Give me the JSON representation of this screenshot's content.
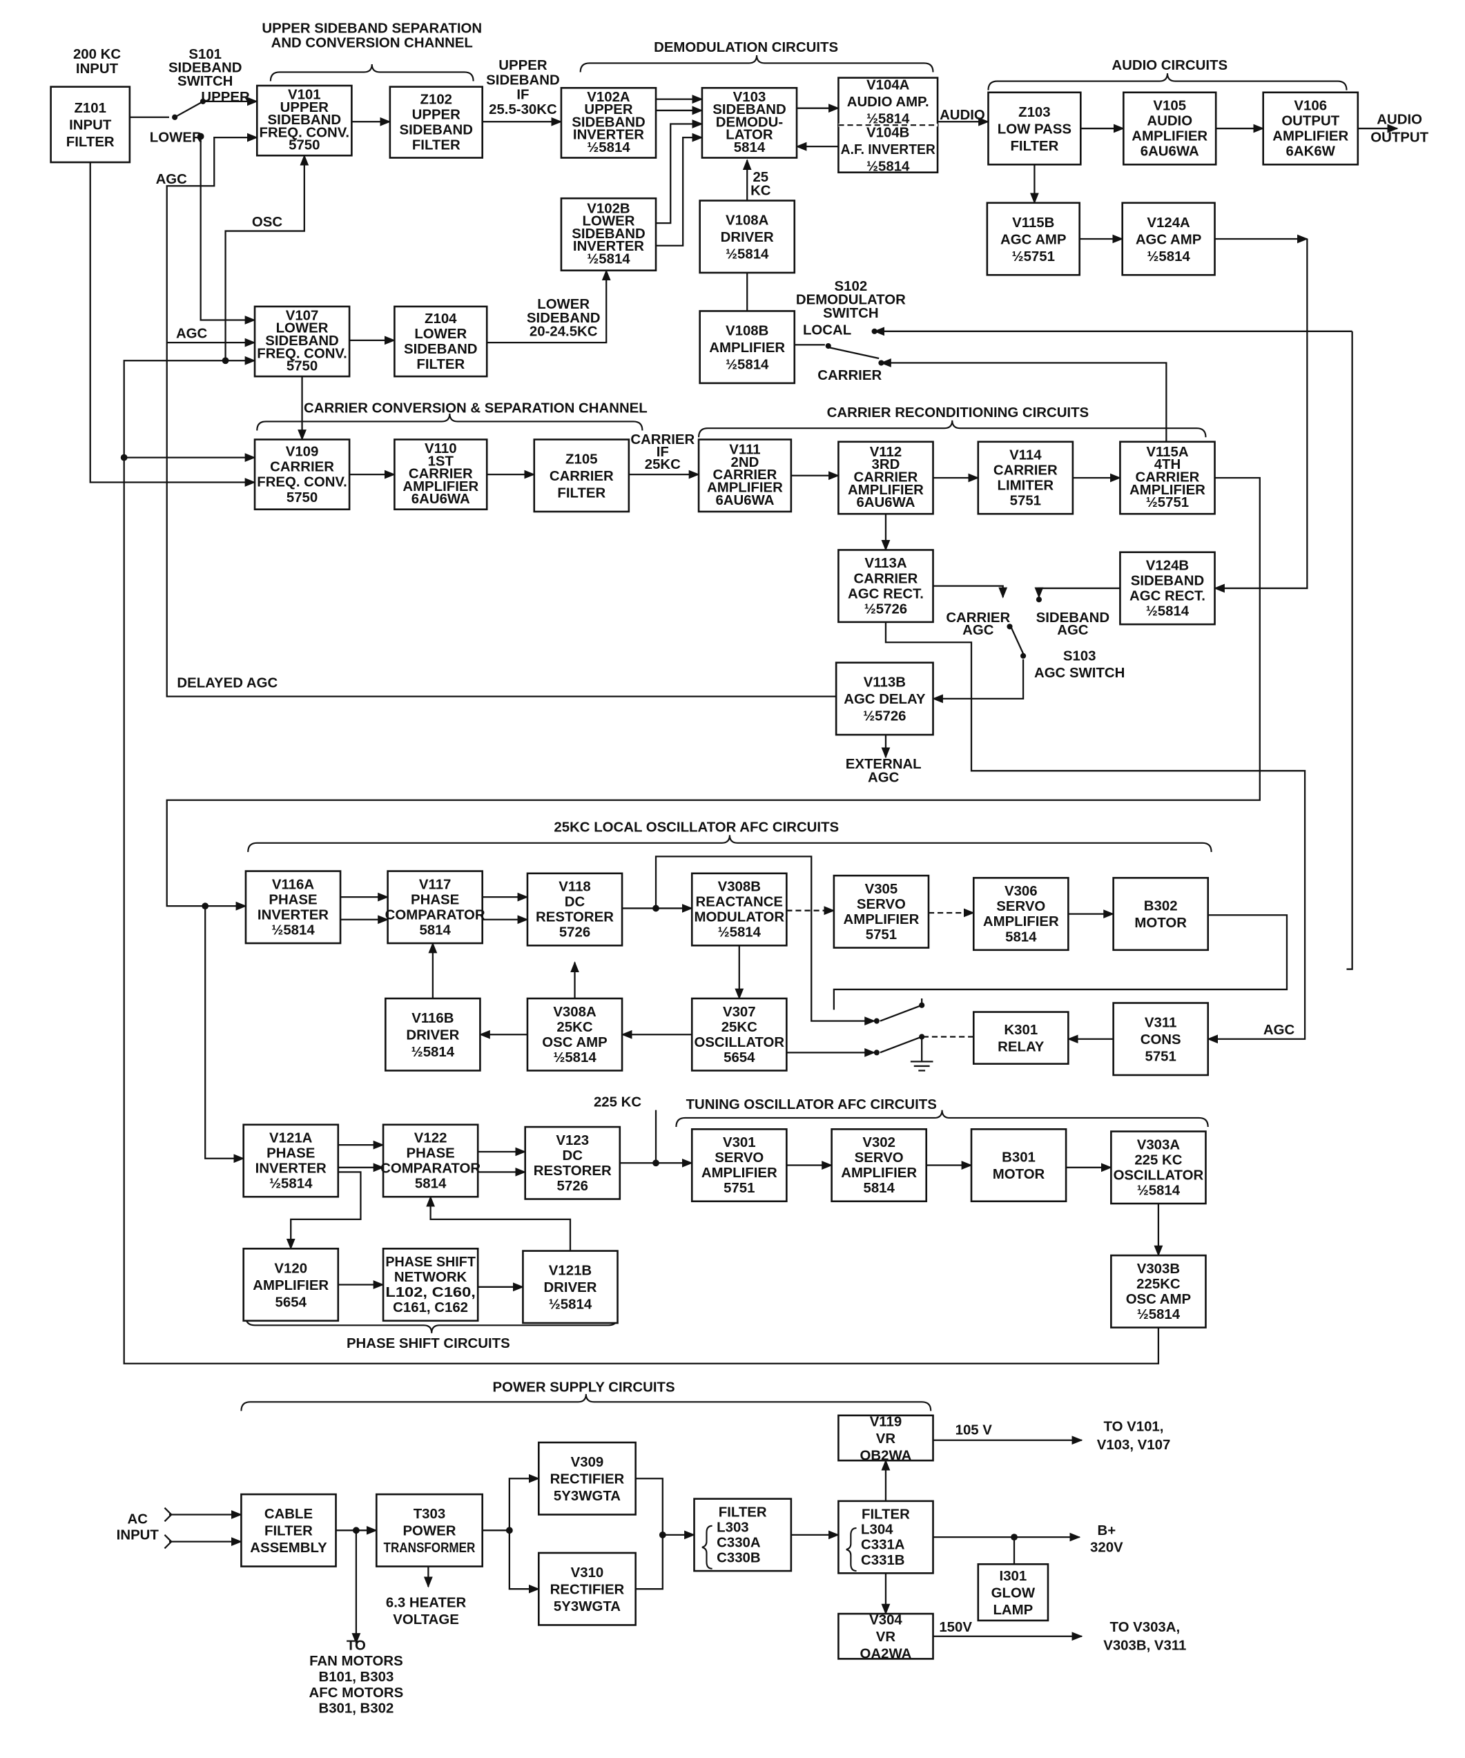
{
  "colors": {
    "ink": "#111111",
    "paper": "#ffffff"
  },
  "blocks": {
    "Z101": [
      "Z101",
      "INPUT",
      "FILTER"
    ],
    "V101": [
      "V101",
      "UPPER",
      "SIDEBAND",
      "FREQ. CONV.",
      "5750"
    ],
    "Z102": [
      "Z102",
      "UPPER",
      "SIDEBAND",
      "FILTER"
    ],
    "V102A": [
      "V102A",
      "UPPER",
      "SIDEBAND",
      "INVERTER",
      "½5814"
    ],
    "V103": [
      "V103",
      "SIDEBAND",
      "DEMODU-",
      "LATOR",
      "5814"
    ],
    "V104A": [
      "V104A",
      "AUDIO AMP.",
      "½5814"
    ],
    "V104B": [
      "V104B",
      "A.F. INVERTER",
      "½5814"
    ],
    "Z103": [
      "Z103",
      "LOW PASS",
      "FILTER"
    ],
    "V105": [
      "V105",
      "AUDIO",
      "AMPLIFIER",
      "6AU6WA"
    ],
    "V106": [
      "V106",
      "OUTPUT",
      "AMPLIFIER",
      "6AK6W"
    ],
    "V102B": [
      "V102B",
      "LOWER",
      "SIDEBAND",
      "INVERTER",
      "½5814"
    ],
    "V108A": [
      "V108A",
      "DRIVER",
      "½5814"
    ],
    "V115B": [
      "V115B",
      "AGC AMP",
      "½5751"
    ],
    "V124A": [
      "V124A",
      "AGC AMP",
      "½5814"
    ],
    "V108B": [
      "V108B",
      "AMPLIFIER",
      "½5814"
    ],
    "V107": [
      "V107",
      "LOWER",
      "SIDEBAND",
      "FREQ. CONV.",
      "5750"
    ],
    "Z104": [
      "Z104",
      "LOWER",
      "SIDEBAND",
      "FILTER"
    ],
    "V109": [
      "V109",
      "CARRIER",
      "FREQ. CONV.",
      "5750"
    ],
    "V110": [
      "V110",
      "1ST",
      "CARRIER",
      "AMPLIFIER",
      "6AU6WA"
    ],
    "Z105": [
      "Z105",
      "CARRIER",
      "FILTER"
    ],
    "V111": [
      "V111",
      "2ND",
      "CARRIER",
      "AMPLIFIER",
      "6AU6WA"
    ],
    "V112": [
      "V112",
      "3RD",
      "CARRIER",
      "AMPLIFIER",
      "6AU6WA"
    ],
    "V114": [
      "V114",
      "CARRIER",
      "LIMITER",
      "5751"
    ],
    "V115A": [
      "V115A",
      "4TH",
      "CARRIER",
      "AMPLIFIER",
      "½5751"
    ],
    "V113A": [
      "V113A",
      "CARRIER",
      "AGC RECT.",
      "½5726"
    ],
    "V124B": [
      "V124B",
      "SIDEBAND",
      "AGC RECT.",
      "½5814"
    ],
    "V113B": [
      "V113B",
      "AGC DELAY",
      "½5726"
    ],
    "V116A": [
      "V116A",
      "PHASE",
      "INVERTER",
      "½5814"
    ],
    "V117": [
      "V117",
      "PHASE",
      "COMPARATOR",
      "5814"
    ],
    "V118": [
      "V118",
      "DC",
      "RESTORER",
      "5726"
    ],
    "V308B": [
      "V308B",
      "REACTANCE",
      "MODULATOR",
      "½5814"
    ],
    "V305": [
      "V305",
      "SERVO",
      "AMPLIFIER",
      "5751"
    ],
    "V306": [
      "V306",
      "SERVO",
      "AMPLIFIER",
      "5814"
    ],
    "B302": [
      "B302",
      "MOTOR"
    ],
    "V116B": [
      "V116B",
      "DRIVER",
      "½5814"
    ],
    "V308A": [
      "V308A",
      "25KC",
      "OSC AMP",
      "½5814"
    ],
    "V307": [
      "V307",
      "25KC",
      "OSCILLATOR",
      "5654"
    ],
    "K301": [
      "K301",
      "RELAY"
    ],
    "V311": [
      "V311",
      "CONS",
      "5751"
    ],
    "V121A": [
      "V121A",
      "PHASE",
      "INVERTER",
      "½5814"
    ],
    "V122": [
      "V122",
      "PHASE",
      "COMPARATOR",
      "5814"
    ],
    "V123": [
      "V123",
      "DC",
      "RESTORER",
      "5726"
    ],
    "V301": [
      "V301",
      "SERVO",
      "AMPLIFIER",
      "5751"
    ],
    "V302": [
      "V302",
      "SERVO",
      "AMPLIFIER",
      "5814"
    ],
    "B301": [
      "B301",
      "MOTOR"
    ],
    "V303A": [
      "V303A",
      "225 KC",
      "OSCILLATOR",
      "½5814"
    ],
    "V120": [
      "V120",
      "AMPLIFIER",
      "5654"
    ],
    "PSN": [
      "PHASE SHIFT",
      "NETWORK",
      "L102, C160,",
      "C161, C162"
    ],
    "V121B": [
      "V121B",
      "DRIVER",
      "½5814"
    ],
    "V303B": [
      "V303B",
      "225KC",
      "OSC AMP",
      "½5814"
    ],
    "CFA": [
      "CABLE",
      "FILTER",
      "ASSEMBLY"
    ],
    "T303": [
      "T303",
      "POWER",
      "TRANSFORMER"
    ],
    "V309": [
      "V309",
      "RECTIFIER",
      "5Y3WGTA"
    ],
    "V310": [
      "V310",
      "RECTIFIER",
      "5Y3WGTA"
    ],
    "FLA": [
      "FILTER",
      "L303",
      "C330A",
      "C330B"
    ],
    "V119": [
      "V119",
      "VR",
      "OB2WA"
    ],
    "FLB": [
      "FILTER",
      "L304",
      "C331A",
      "C331B"
    ],
    "V304": [
      "V304",
      "VR",
      "OA2WA"
    ],
    "I301": [
      "I301",
      "GLOW",
      "LAMP"
    ]
  },
  "headings": {
    "usb": [
      "UPPER SIDEBAND SEPARATION",
      "AND CONVERSION CHANNEL"
    ],
    "demod": [
      "DEMODULATION CIRCUITS"
    ],
    "audio": [
      "AUDIO CIRCUITS"
    ],
    "carconv": [
      "CARRIER CONVERSION & SEPARATION CHANNEL"
    ],
    "carrec": [
      "CARRIER RECONDITIONING CIRCUITS"
    ],
    "lo": [
      "25KC  LOCAL  OSCILLATOR  AFC  CIRCUITS"
    ],
    "tune": [
      "TUNING  OSCILLATOR  AFC  CIRCUITS"
    ],
    "phase": [
      "PHASE  SHIFT  CIRCUITS"
    ],
    "power": [
      "POWER  SUPPLY  CIRCUITS"
    ]
  },
  "labels": {
    "input200": [
      "200 KC",
      "INPUT"
    ],
    "s101": [
      "S101",
      "SIDEBAND",
      "SWITCH"
    ],
    "upper": [
      "UPPER"
    ],
    "lower": [
      "LOWER"
    ],
    "agc1": [
      "AGC"
    ],
    "osc": [
      "OSC"
    ],
    "agc2": [
      "AGC"
    ],
    "usbif": [
      "UPPER",
      "SIDEBAND",
      "IF",
      "25.5-30KC"
    ],
    "audio": [
      "AUDIO"
    ],
    "audioout": [
      "AUDIO",
      "OUTPUT"
    ],
    "kc25": [
      "25",
      "KC"
    ],
    "s102": [
      "S102",
      "DEMODULATOR",
      "SWITCH"
    ],
    "local": [
      "LOCAL"
    ],
    "carrier": [
      "CARRIER"
    ],
    "lsb": [
      "LOWER",
      "SIDEBAND",
      "20-24.5KC"
    ],
    "carif": [
      "CARRIER",
      "IF",
      "25KC"
    ],
    "caragc": [
      "CARRIER",
      "AGC"
    ],
    "sbagc": [
      "SIDEBAND",
      "AGC"
    ],
    "s103": [
      "S103",
      "AGC SWITCH"
    ],
    "delayed": [
      "DELAYED AGC"
    ],
    "extagc": [
      "EXTERNAL",
      "AGC"
    ],
    "agc3": [
      "AGC"
    ],
    "kc225": [
      "225 KC"
    ],
    "acin": [
      "AC",
      "INPUT"
    ],
    "heater": [
      "6.3 HEATER",
      "VOLTAGE"
    ],
    "fan": [
      "TO",
      "FAN MOTORS",
      "B101, B303",
      "AFC MOTORS",
      "B301, B302"
    ],
    "v105": [
      "105 V"
    ],
    "tov101": [
      "TO V101,",
      "V103, V107"
    ],
    "bplus": [
      "B+",
      "320V"
    ],
    "v150": [
      "150V"
    ],
    "tov303": [
      "TO V303A,",
      "V303B, V311"
    ]
  }
}
